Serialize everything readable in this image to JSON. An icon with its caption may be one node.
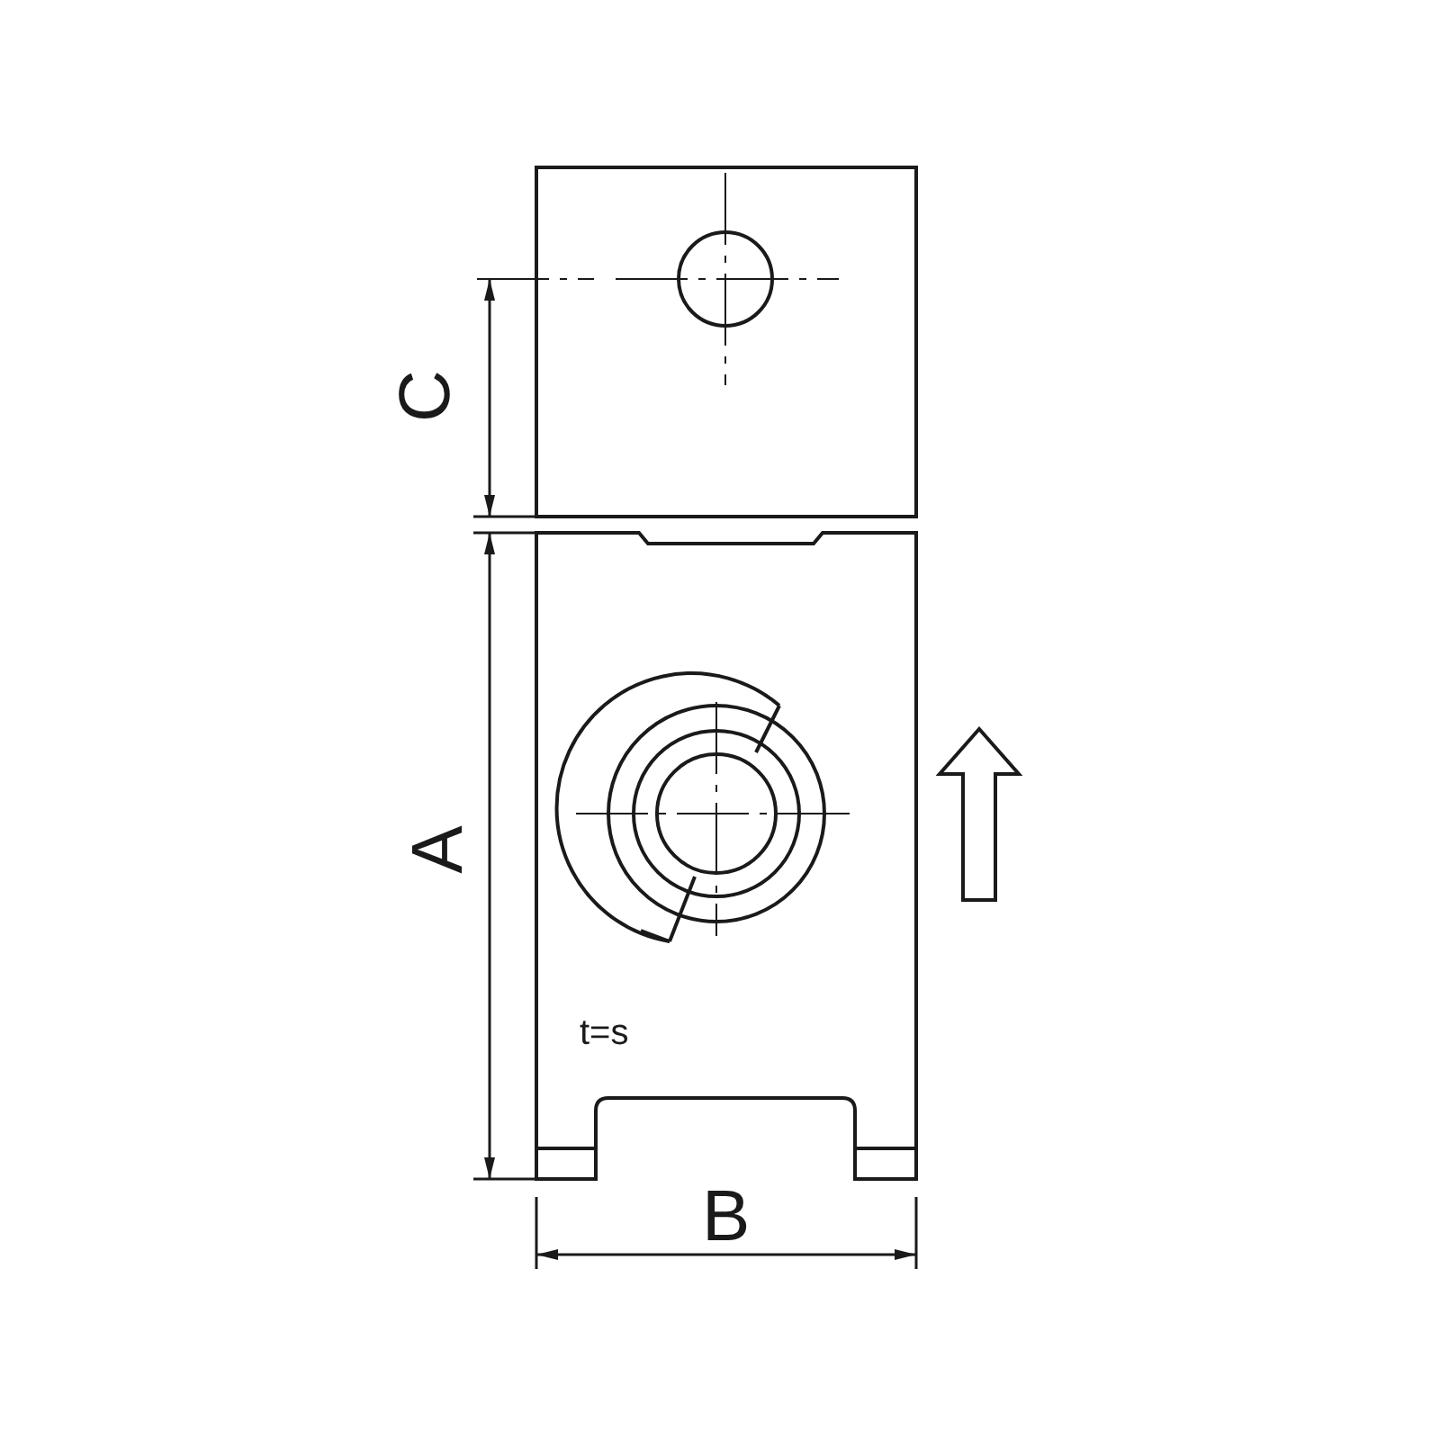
{
  "diagram": {
    "labels": [
      "C",
      "A",
      "B",
      "t=s"
    ]
  }
}
